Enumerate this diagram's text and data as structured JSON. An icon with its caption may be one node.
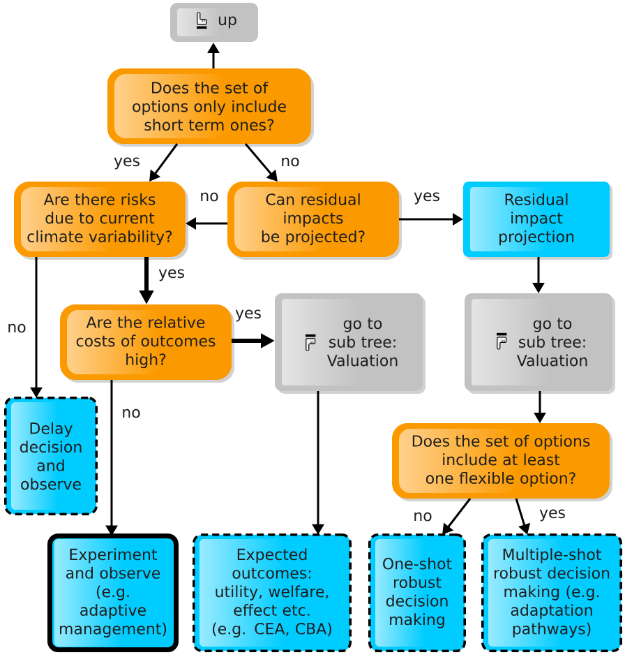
{
  "diagram": {
    "nodes": [
      {
        "text": [
          "up"
        ]
      },
      {
        "text": [
          "Does the set of options only include short term ones?"
        ]
      },
      {
        "text": [
          "Are there risks due to current climate variability?"
        ]
      },
      {
        "text": [
          "Can residual impacts be projected?"
        ]
      },
      {
        "text": [
          "Residual impact projection"
        ]
      },
      {
        "text": [
          "Are the relative costs of outcomes high?"
        ]
      },
      {
        "text": [
          "go to sub tree: Valuation"
        ]
      },
      {
        "text": [
          "go to sub tree: Valuation"
        ]
      },
      {
        "text": [
          "Delay decision and observe"
        ]
      },
      {
        "text": [
          "Does the set of options include at least one flexible option?"
        ]
      },
      {
        "text": [
          "Experiment and observe (e.g. adaptive management)"
        ]
      },
      {
        "text": [
          "Expected outcomes: utility, welfare, effect etc. (e.g. CEA, CBA)"
        ]
      },
      {
        "text": [
          "One-shot robust decision making"
        ]
      },
      {
        "text": [
          "Multiple-shot robust decision making (e.g. adaptation pathways)"
        ]
      }
    ],
    "edges": [
      {
        "from": 1,
        "to": 0,
        "arrow": "to"
      },
      {
        "from": 1,
        "to": 2,
        "arrow": "to",
        "label": "yes"
      },
      {
        "from": 1,
        "to": 3,
        "arrow": "to",
        "label": "no"
      },
      {
        "from": 3,
        "to": 2,
        "arrow": "to",
        "label": "no"
      },
      {
        "from": 3,
        "to": 4,
        "arrow": "to",
        "label": "yes"
      },
      {
        "from": 2,
        "to": 5,
        "arrow": "to",
        "label": "yes",
        "style": "thick"
      },
      {
        "from": 2,
        "to": 8,
        "arrow": "to",
        "label": "no"
      },
      {
        "from": 5,
        "to": 6,
        "arrow": "to",
        "label": "yes",
        "style": "thick"
      },
      {
        "from": 5,
        "to": 10,
        "arrow": "to",
        "label": "no"
      },
      {
        "from": 6,
        "to": 11,
        "arrow": "to"
      },
      {
        "from": 4,
        "to": 7,
        "arrow": "to"
      },
      {
        "from": 7,
        "to": 9,
        "arrow": "to"
      },
      {
        "from": 9,
        "to": 12,
        "arrow": "to",
        "label": "no"
      },
      {
        "from": 9,
        "to": 13,
        "arrow": "to",
        "label": "yes"
      }
    ]
  }
}
